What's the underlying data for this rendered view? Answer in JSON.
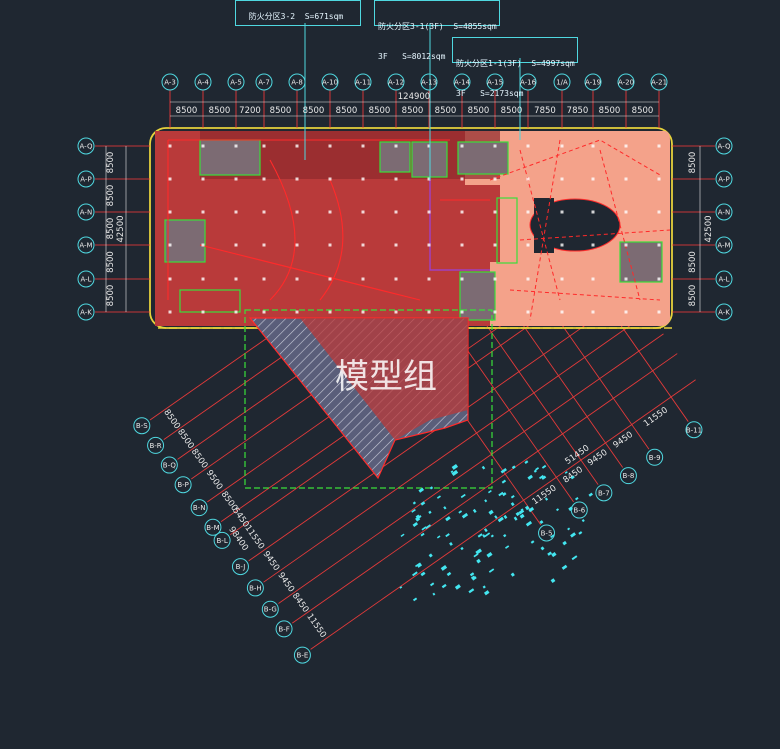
{
  "callouts": {
    "zone_3_2": {
      "line1": "防火分区3-2  S=671sqm"
    },
    "zone_3_1": {
      "line1": "防火分区3-1(3F)  S=4855sqm",
      "line2": "3F   S=8012sqm"
    },
    "zone_1_1": {
      "line1": "防火分区1-1(3F)  S=4997sqm",
      "line2": "3F   S=2173sqm"
    }
  },
  "watermark": "模型组",
  "top_grid": {
    "labels": [
      "A-3",
      "A-4",
      "A-5",
      "A-7",
      "A-8",
      "A-10",
      "A-11",
      "A-12",
      "A-13",
      "A-14",
      "A-15",
      "A-16",
      "1/A",
      "A-19",
      "A-20",
      "A-21"
    ],
    "spacings": [
      "8500",
      "8500",
      "7200",
      "8500",
      "8500",
      "8500",
      "8500",
      "8500",
      "8500",
      "8500",
      "8500",
      "7850",
      "7850",
      "8500",
      "8500"
    ],
    "overall": "124900"
  },
  "left_grid": {
    "labels": [
      "A-Q",
      "A-P",
      "A-N",
      "A-M",
      "A-L",
      "A-K"
    ],
    "spacings": [
      "8500",
      "8500",
      "8500",
      "8500",
      "8500"
    ],
    "overall": "42500"
  },
  "right_grid": {
    "labels": [
      "A-Q",
      "A-P",
      "A-N",
      "A-M",
      "A-L",
      "A-K"
    ],
    "spacings": [
      "8500",
      "8500",
      "8500"
    ],
    "overall": "42500"
  },
  "rotated_grid": {
    "left_labels": [
      "B-S",
      "B-R",
      "B-Q",
      "B-P",
      "B-N",
      "B-M",
      "B-L",
      "B-J",
      "B-H",
      "B-G",
      "B-F",
      "B-E"
    ],
    "left_spacings": [
      "8500",
      "8500",
      "8500",
      "9500",
      "8500",
      "5450",
      "11550",
      "9450",
      "9450",
      "8450",
      "11550"
    ],
    "left_overall": "98400",
    "bottom_labels": [
      "B-5",
      "B-6",
      "B-7",
      "B-8",
      "B-9",
      "B-11"
    ],
    "bottom_spacings": [
      "11550",
      "8450",
      "9450",
      "9450",
      "11550"
    ],
    "bottom_overall": "51450"
  },
  "colors": {
    "background": "#1f2731",
    "zone_red": "#b93a3a",
    "zone_salmon": "#f4a28a",
    "wall_red": "#ff2a2a",
    "boundary_yellow": "#e6d23c",
    "boundary_green": "#3adf3a",
    "grid_cyan": "#4fd8e0",
    "grid_red": "#e23a3a",
    "partition_purple": "#a040c0"
  }
}
